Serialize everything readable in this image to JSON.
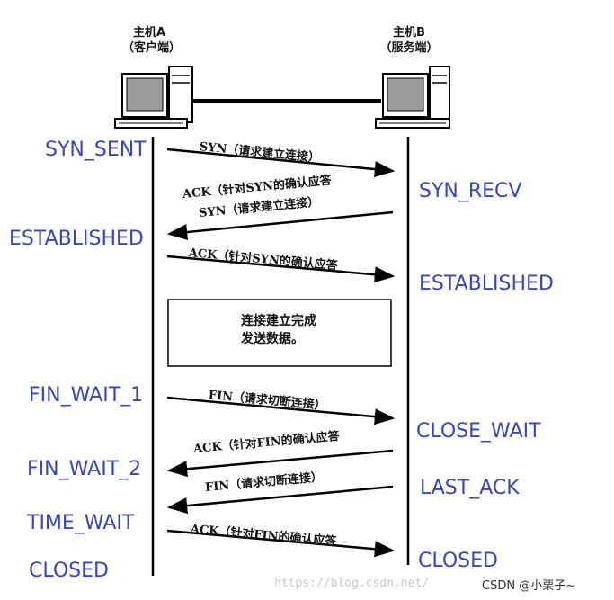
{
  "hosts": {
    "a": {
      "name": "主机A",
      "role": "（客户端）"
    },
    "b": {
      "name": "主机B",
      "role": "（服务端）"
    }
  },
  "client_states": [
    "SYN_SENT",
    "ESTABLISHED",
    "FIN_WAIT_1",
    "FIN_WAIT_2",
    "TIME_WAIT",
    "CLOSED"
  ],
  "server_states": [
    "SYN_RECV",
    "ESTABLISHED",
    "CLOSE_WAIT",
    "LAST_ACK",
    "CLOSED"
  ],
  "messages": [
    "SYN（请求建立连接）",
    "ACK（针对SYN的确认应答",
    "SYN（请求建立连接）",
    "ACK（针对SYN的确认应答",
    "FIN（请求切断连接）",
    "ACK（针对FIN的确认应答",
    "FIN（请求切断连接）",
    "ACK（针对FIN的确认应答"
  ],
  "note": {
    "line1": "连接建立完成",
    "line2": "发送数据。"
  },
  "watermark": "https://blog.csdn.net/",
  "credit": "CSDN @小栗子~"
}
